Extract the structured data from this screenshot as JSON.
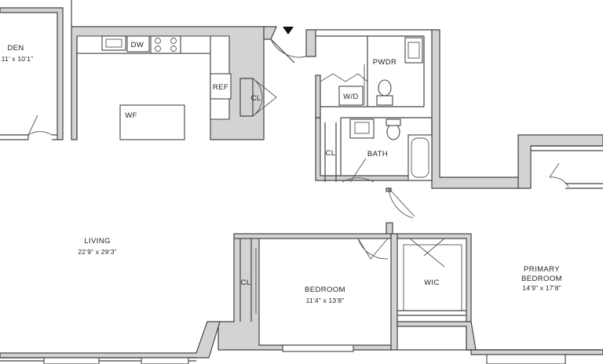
{
  "rooms": {
    "den": {
      "name": "DEN",
      "dims": "11’ x 10’1”"
    },
    "living": {
      "name": "LIVING",
      "dims": "22’9” x 29’3”"
    },
    "bedroom": {
      "name": "BEDROOM",
      "dims": "11’4” x 13’8”"
    },
    "primary": {
      "name_line1": "PRIMARY",
      "name_line2": "BEDROOM",
      "dims": "14’9” x 17’8”"
    },
    "pwdr": {
      "name": "PWDR"
    },
    "bath": {
      "name": "BATH"
    },
    "wic": {
      "name": "WIC"
    }
  },
  "fixtures": {
    "dw": "DW",
    "ref": "REF",
    "wf": "WF",
    "wd": "W/D",
    "closet_entry": "CL",
    "closet_hall": "CL",
    "closet_bedroom": "CL"
  }
}
